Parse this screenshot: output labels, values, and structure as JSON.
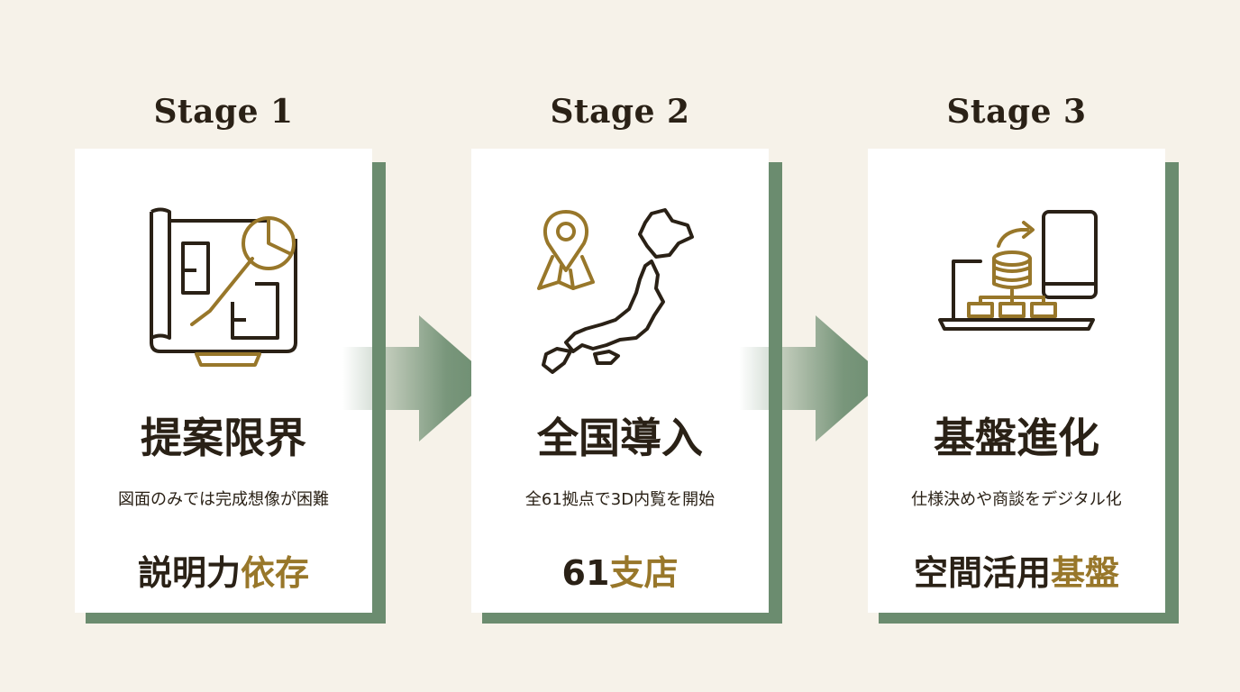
{
  "stages": [
    {
      "label": "Stage 1",
      "title": "提案限界",
      "subtitle": "図面のみでは完成想像が困難",
      "result_main": "説明力",
      "result_accent": "依存",
      "icon": "floor-plan-chart-icon"
    },
    {
      "label": "Stage 2",
      "title": "全国導入",
      "subtitle": "全61拠点で3D内覧を開始",
      "result_main": "61",
      "result_accent": "支店",
      "icon": "japan-map-pin-icon"
    },
    {
      "label": "Stage 3",
      "title": "基盤進化",
      "subtitle": "仕様決めや商談をデジタル化",
      "result_main": "空間活用",
      "result_accent": "基盤",
      "icon": "laptop-database-phone-icon"
    }
  ],
  "colors": {
    "background": "#f6f2e9",
    "card": "#ffffff",
    "shadow": "#6b8c6f",
    "arrow": "#6b8c6f",
    "text": "#2a2116",
    "accent": "#98772a"
  }
}
